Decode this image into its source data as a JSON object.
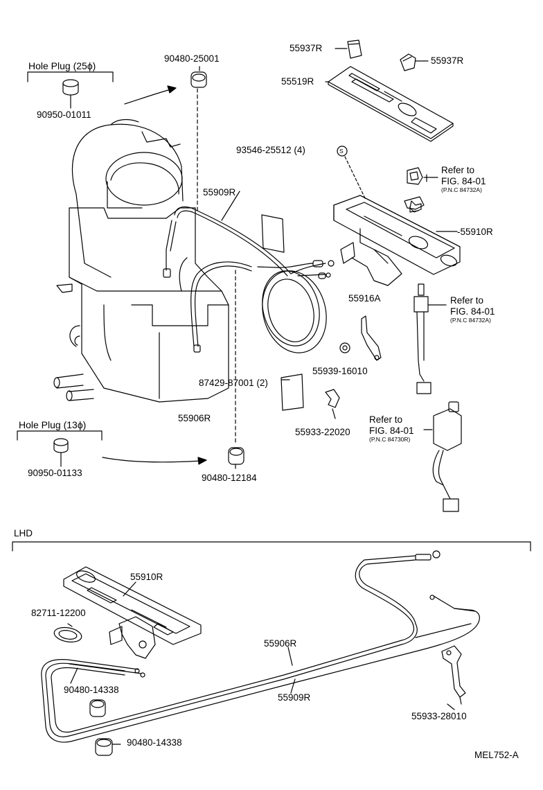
{
  "labels": {
    "hole_plug_25": "Hole Plug (25ϕ)",
    "p90950_01011": "90950-01011",
    "p90480_25001": "90480-25001",
    "p55937R_a": "55937R",
    "p55937R_b": "55937R",
    "p55519R": "55519R",
    "p93546_25512": "93546-25512 (4)",
    "bolt_s": "S",
    "refer_a": "Refer to",
    "fig_a": "FIG. 84-01",
    "pnc_a": "(P.N.C 84732A)",
    "p55909R_top": "55909R",
    "p55910R_top": "-55910R",
    "p55916A": "55916A",
    "refer_b": "Refer to",
    "fig_b": "FIG. 84-01",
    "pnc_b": "(P.N.C 84732A)",
    "p55939_16010": "55939-16010",
    "p87429_87001": "87429-87001 (2)",
    "p55906R_top": "55906R",
    "refer_c": "Refer to",
    "fig_c": "FIG. 84-01",
    "pnc_c": "(P.N.C 84730R)",
    "p55933_22020": "55933-22020",
    "hole_plug_13": "Hole Plug (13ϕ)",
    "p90950_01133": "90950-01133",
    "p90480_12184": "90480-12184",
    "lhd": "LHD",
    "p55910R_lhd": "55910R",
    "p82711_12200": "82711-12200",
    "p55906R_lhd": "55906R",
    "p90480_14338_a": "90480-14338",
    "p55909R_lhd": "55909R",
    "p55933_28010": "55933-28010",
    "p90480_14338_b": "90480-14338",
    "fig_code": "MEL752-A"
  }
}
